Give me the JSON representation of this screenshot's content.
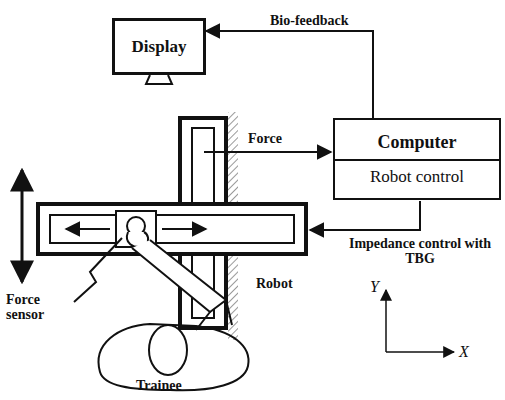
{
  "diagram": {
    "nodes": [
      {
        "text": [
          "Display"
        ]
      },
      {
        "text": [
          "Computer",
          "Robot control"
        ]
      }
    ],
    "edges": [
      {
        "from": 1,
        "to": 0,
        "label": "Bio-feedback",
        "arrow": "to"
      }
    ],
    "labels": [
      "Force",
      "Impedance control with TBG",
      "Robot",
      "Force sensor",
      "Trainee",
      "Y",
      "X"
    ]
  }
}
